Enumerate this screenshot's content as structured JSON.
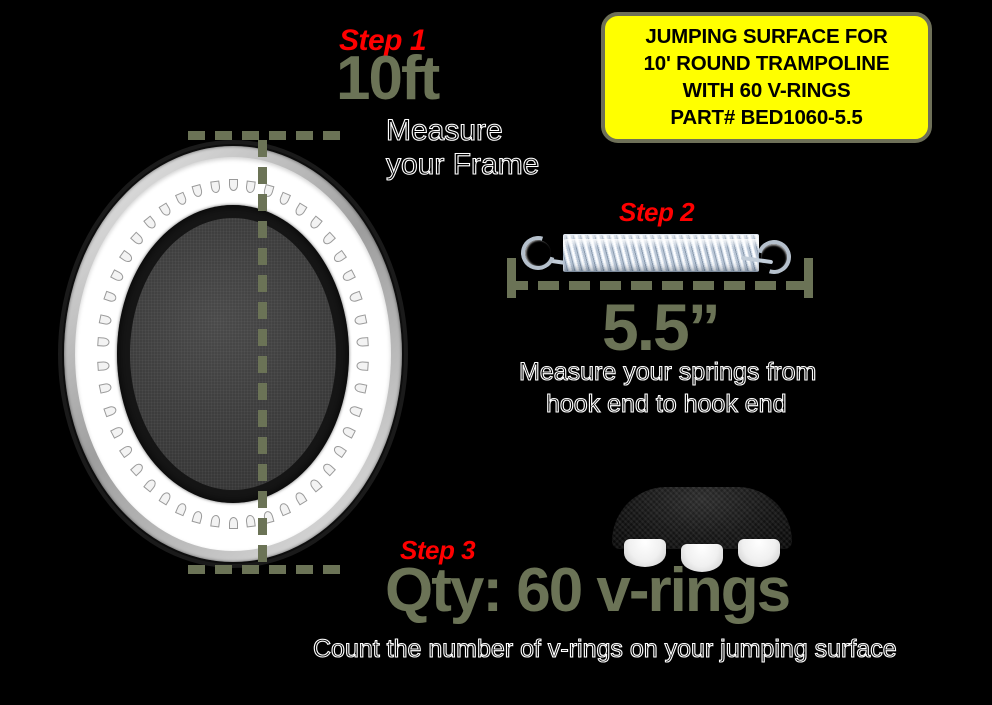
{
  "banner": {
    "lines": [
      "JUMPING SURFACE FOR",
      "10' ROUND TRAMPOLINE",
      "WITH 60 V-RINGS",
      "PART# BED1060-5.5"
    ]
  },
  "steps": {
    "one": {
      "label": "Step 1",
      "value": "10ft",
      "caption_line1": "Measure",
      "caption_line2": "your Frame"
    },
    "two": {
      "label": "Step 2",
      "value": "5.5”",
      "caption_line1": "Measure your springs from",
      "caption_line2": "hook end to hook end"
    },
    "three": {
      "label": "Step 3",
      "value": "Qty: 60 v-rings",
      "caption": "Count the number of v-rings on your jumping surface"
    }
  },
  "colors": {
    "accent_green": "#6b7356",
    "step_red": "#ff0000",
    "banner_yellow": "#ffff00",
    "banner_border": "#6e7058",
    "background": "#000000"
  },
  "graphics": {
    "trampoline": "round-trampoline-top-view",
    "spring": "trampoline-spring-with-hooks",
    "vring_closeup": "v-ring-tabs-closeup"
  }
}
